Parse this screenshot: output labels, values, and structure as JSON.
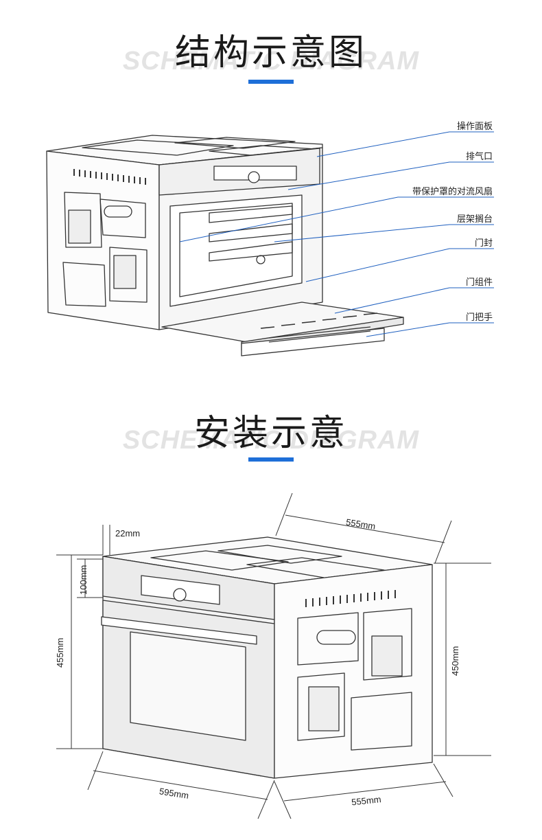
{
  "structure": {
    "title": "结构示意图",
    "watermark": "SCHEMATIC DIAGRAM",
    "labels": [
      "操作面板",
      "排气口",
      "带保护罩的对流风扇",
      "层架搁台",
      "门封",
      "门组件",
      "门把手"
    ]
  },
  "installation": {
    "title": "安装示意",
    "watermark": "SCHEMATIC DIAGRAM",
    "dimensions": {
      "top_offset": "22mm",
      "panel_height": "100mm",
      "total_height_front": "455mm",
      "side_height": "450mm",
      "top_depth": "555mm",
      "front_width": "595mm",
      "bottom_depth": "555mm"
    }
  },
  "colors": {
    "accent": "#1e6fd8",
    "leader": "#1e5fbf",
    "line": "#333333"
  }
}
